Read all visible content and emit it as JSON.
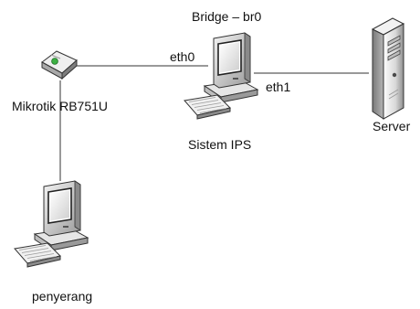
{
  "labels": {
    "bridge": "Bridge – br0",
    "eth0": "eth0",
    "eth1": "eth1",
    "router": "Mikrotik RB751U",
    "ips": "Sistem IPS",
    "server": "Server",
    "attacker": "penyerang"
  },
  "icons": {
    "router": "router-icon",
    "ips": "computer-icon",
    "server": "server-tower-icon",
    "attacker": "computer-icon"
  },
  "colors": {
    "line": "#333333",
    "monitor": "#d9d9d9",
    "screen": "#f2f2f2",
    "router_led": "#3cb043"
  }
}
